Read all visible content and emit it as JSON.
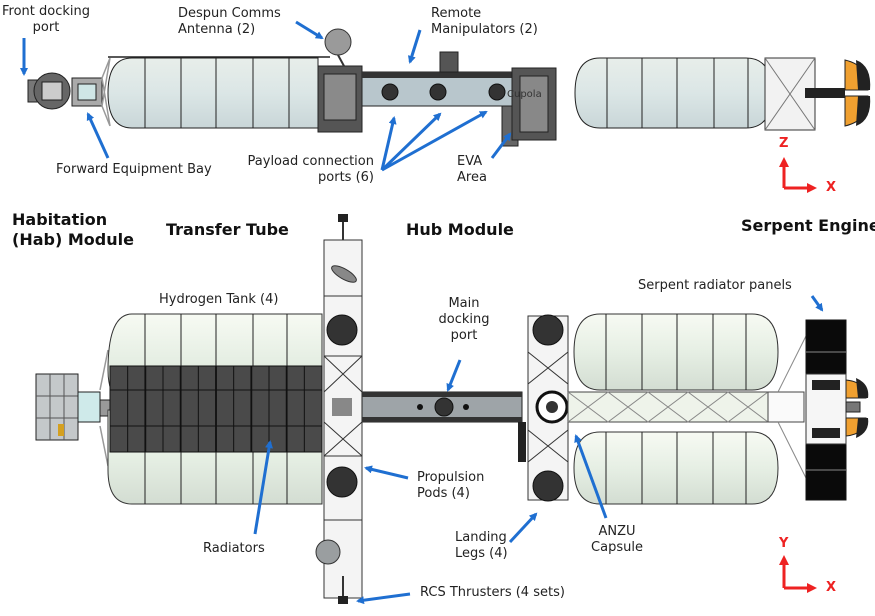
{
  "diagram": {
    "title": "Serpent-powered spacecraft configuration (side and top views)",
    "colors": {
      "arrow": "#1f6fd1",
      "axis": "#ee2222",
      "tank_fill": "#eef3ea",
      "radiator": "#4a4a4a",
      "serpent_radiator": "#0a0a0a",
      "structure": "#555555",
      "nozzle": "#f0a030"
    },
    "side_view": {
      "axes": {
        "vertical": "Z",
        "horizontal": "X"
      },
      "labels": {
        "front_docking_port": [
          "Front docking",
          "port"
        ],
        "despun_comms": [
          "Despun Comms",
          "Antenna (2)"
        ],
        "remote_manipulators": [
          "Remote",
          "Manipulators (2)"
        ],
        "forward_equipment_bay": "Forward Equipment Bay",
        "payload_ports": [
          "Payload connection",
          "ports (6)"
        ],
        "eva_area": [
          "EVA",
          "Area"
        ],
        "cupola_text": "Cupola"
      }
    },
    "section_headers": {
      "hab_module": [
        "Habitation",
        "(Hab) Module"
      ],
      "transfer_tube": "Transfer Tube",
      "hub_module": "Hub Module",
      "serpent_engine": "Serpent Engine"
    },
    "top_view": {
      "axes": {
        "vertical": "Y",
        "horizontal": "X"
      },
      "labels": {
        "hydrogen_tank": "Hydrogen Tank (4)",
        "main_docking_port": [
          "Main",
          "docking",
          "port"
        ],
        "serpent_radiator_panels": "Serpent radiator panels",
        "radiators": "Radiators",
        "propulsion_pods": [
          "Propulsion",
          "Pods (4)"
        ],
        "landing_legs": [
          "Landing",
          "Legs (4)"
        ],
        "anzu_capsule": [
          "ANZU",
          "Capsule"
        ],
        "rcs_thrusters": "RCS Thrusters (4 sets)"
      }
    }
  }
}
